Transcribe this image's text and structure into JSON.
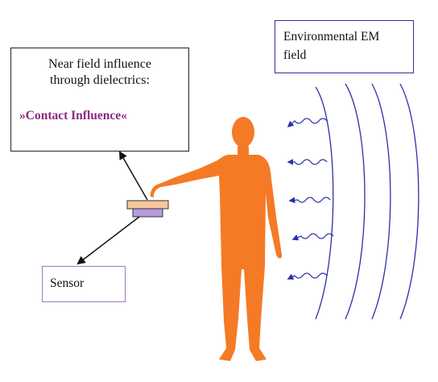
{
  "near_field_box": {
    "line1": "Near field influence",
    "line2": "through dielectrics:",
    "highlight": "»Contact Influence«"
  },
  "environment_box": {
    "line1": "Environmental EM",
    "line2": "field"
  },
  "sensor_box": {
    "label": "Sensor"
  },
  "colors": {
    "figure": "#f47a26",
    "field_lines": "#2b2fa8",
    "highlight_text": "#8a2a83",
    "sensor_top_plate": "#f6c79c",
    "sensor_bottom_plate": "#b79be0"
  }
}
